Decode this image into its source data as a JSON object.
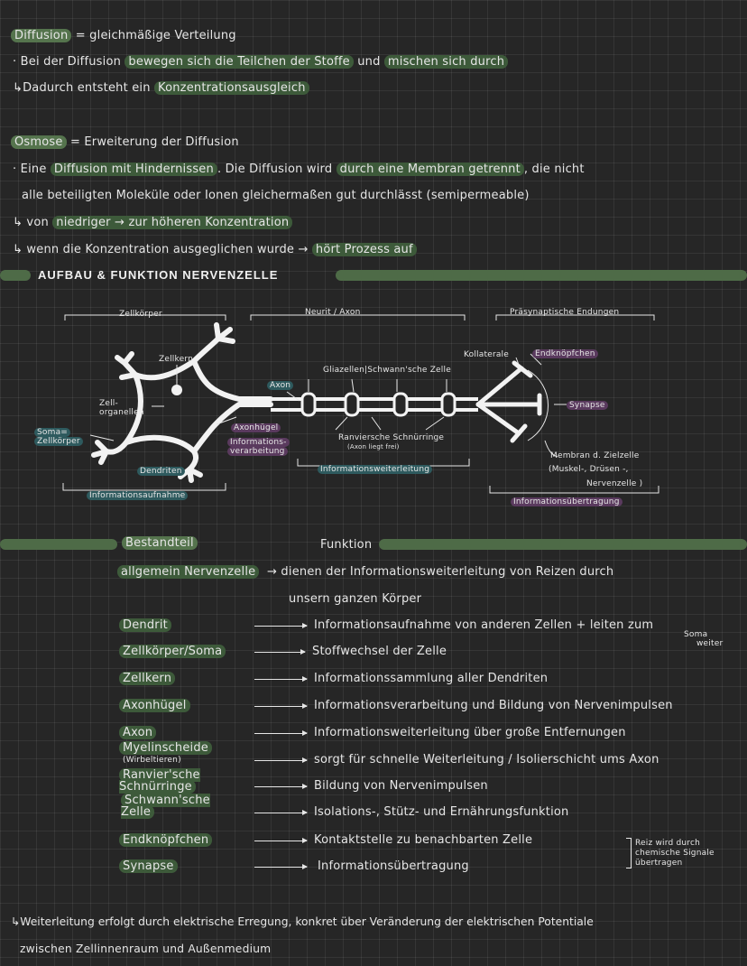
{
  "diffusion": {
    "term": "Diffusion",
    "def": "= gleichmäßige Verteilung",
    "line1_a": "· Bei der Diffusion ",
    "line1_b": "bewegen sich die Teilchen der Stoffe",
    "line1_c": " und ",
    "line1_d": "mischen sich durch",
    "line2_a": "↳Dadurch entsteht ein ",
    "line2_b": "Konzentrationsausgleich"
  },
  "osmose": {
    "term": "Osmose",
    "def": "= Erweiterung der Diffusion",
    "line1_a": "· Eine ",
    "line1_b": "Diffusion mit Hindernissen",
    "line1_c": ". Die Diffusion wird ",
    "line1_d": "durch eine Membran getrennt",
    "line1_e": ", die nicht",
    "line2": "alle beteiligten Moleküle oder Ionen gleichermaßen gut durchlässt (semipermeable)",
    "line3_a": "↳ von ",
    "line3_b": "niedriger → zur höheren Konzentration",
    "line4_a": "↳ wenn die Konzentration ausgeglichen wurde → ",
    "line4_b": "hört Prozess auf"
  },
  "section_title": "AUFBAU & FUNKTION NERVENZELLE",
  "diagram": {
    "zellkoerper": "Zellkörper",
    "neurit": "Neurit / Axon",
    "praesynaptisch": "Präsynaptische Endungen",
    "zellkern": "Zellkern",
    "zellorganellen": "Zell-\norganellen",
    "soma_a": "Soma=",
    "soma_b": "Zellkörper",
    "dendriten": "Dendriten",
    "informationsaufnahme": "Informationsaufnahme",
    "axon": "Axon",
    "axonhuegel": "Axonhügel",
    "info_verarb_a": "Informations-",
    "info_verarb_b": "verarbeitung",
    "gliazellen": "Gliazellen|Schwann'sche Zelle",
    "kollaterale": "Kollaterale",
    "endknoepfchen": "Endknöpfchen",
    "synapse": "Synapse",
    "ranviersche": "Ranviersche Schnürringe",
    "ranvier_sub": "(Axon liegt frei)",
    "informationsweiterleitung": "Informationsweiterleitung",
    "membran_a": "Membran d. Zielzelle",
    "membran_b": "(Muskel-, Drüsen -,",
    "membran_c": "Nervenzelle )",
    "informationsuebertragung": "Informationsübertragung"
  },
  "table": {
    "header_left": "Bestandteil",
    "header_right": "Funktion",
    "allgemein_label": "allgemein Nervenzelle",
    "allgemein_fn_a": "→ dienen der Informationsweiterleitung von Reizen durch",
    "allgemein_fn_b": "unsern ganzen Körper",
    "rows": [
      {
        "label": "Dendrit",
        "fn": "Informationsaufnahme von anderen Zellen + leiten zum"
      },
      {
        "label": "Zellkörper/Soma",
        "fn": "Stoffwechsel der Zelle"
      },
      {
        "label": "Zellkern",
        "fn": "Informationssammlung aller Dendriten"
      },
      {
        "label": "Axonhügel",
        "fn": "Informationsverarbeitung und Bildung von Nervenimpulsen"
      },
      {
        "label": "Axon",
        "fn": "Informationsweiterleitung über große Entfernungen"
      },
      {
        "label": "Myelinscheide",
        "fn": "sorgt für schnelle Weiterleitung / Isolierschicht ums Axon"
      },
      {
        "label": "Ranvier'sche Schnürringe",
        "fn": "Bildung von Nervenimpulsen"
      },
      {
        "label": "Schwann'sche Zelle",
        "fn": "Isolations-, Stütz- und Ernährungsfunktion"
      },
      {
        "label": "Endknöpfchen",
        "fn": "Kontaktstelle zu benachbarten Zelle"
      },
      {
        "label": "Synapse",
        "fn": "Informationsübertragung"
      }
    ],
    "dendrit_note_a": "Soma",
    "dendrit_note_b": "weiter",
    "myelin_sub": "(Wirbeltieren)",
    "reiz_note_a": "Reiz wird durch",
    "reiz_note_b": "chemische Signale",
    "reiz_note_c": "übertragen"
  },
  "footer": {
    "line1": "↳Weiterleitung erfolgt durch elektrische Erregung, konkret über Veränderung der elektrischen Potentiale",
    "line2": "zwischen Zellinnenraum und Außenmedium"
  }
}
